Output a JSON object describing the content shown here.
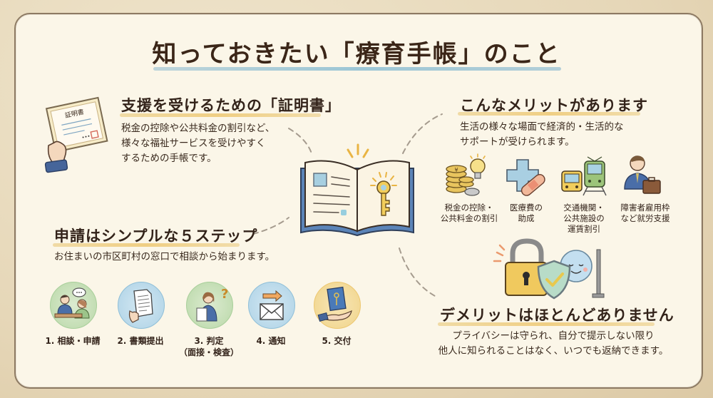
{
  "title": "知っておきたい「療育手帳」のこと",
  "certificate": {
    "heading": "支援を受けるための「証明書」",
    "lines": [
      "税金の控除や公共料金の割引など、",
      "様々な福祉サービスを受けやすく",
      "するための手帳です。"
    ],
    "icon_label": "証明書",
    "icon": "certificate-in-hand-icon"
  },
  "merits": {
    "heading": "こんなメリットがあります",
    "lines": [
      "生活の様々な場面で経済的・生活的な",
      "サポートが受けられます。"
    ],
    "items": [
      {
        "icon": "coins-lightbulb-icon",
        "label_lines": [
          "税金の控除・",
          "公共料金の割引"
        ]
      },
      {
        "icon": "medical-cross-bandage-icon",
        "label_lines": [
          "医療費の",
          "助成"
        ]
      },
      {
        "icon": "bus-train-icon",
        "label_lines": [
          "交通機関・",
          "公共施設の",
          "運賃割引"
        ]
      },
      {
        "icon": "businessman-briefcase-icon",
        "label_lines": [
          "障害者雇用枠",
          "など就労支援"
        ]
      }
    ]
  },
  "steps": {
    "heading": "申請はシンプルな５ステップ",
    "description": "お住まいの市区町村の窓口で相談から始まります。",
    "items": [
      {
        "icon": "consultation-icon",
        "label_lines": [
          "1. 相談・申請"
        ],
        "color": "#a8cf9a"
      },
      {
        "icon": "document-submit-icon",
        "label_lines": [
          "2. 書類提出"
        ],
        "color": "#8fbfd8"
      },
      {
        "icon": "interview-judgement-icon",
        "label_lines": [
          "3. 判定",
          "（面接・検査）"
        ],
        "color": "#a8cf9a"
      },
      {
        "icon": "mail-notification-icon",
        "label_lines": [
          "4. 通知"
        ],
        "color": "#8fbfd8"
      },
      {
        "icon": "handbook-delivery-icon",
        "label_lines": [
          "5. 交付"
        ],
        "color": "#edc770"
      }
    ]
  },
  "demerits": {
    "heading": "デメリットはほとんどありません",
    "lines": [
      "プライバシーは守られ、自分で提示しない限り",
      "他人に知られることはなく、いつでも返納できます。"
    ],
    "icon": "lock-shield-smile-icon"
  },
  "center": {
    "icon": "open-handbook-key-icon"
  },
  "colors": {
    "background": "#e9dcc0",
    "card": "#fbf6e8",
    "text": "#3a2a1e",
    "title_underline": "#8cbfd4",
    "heading_underline": "#ecc676",
    "book_cover": "#5b84b8",
    "key": "#e6c14f"
  }
}
